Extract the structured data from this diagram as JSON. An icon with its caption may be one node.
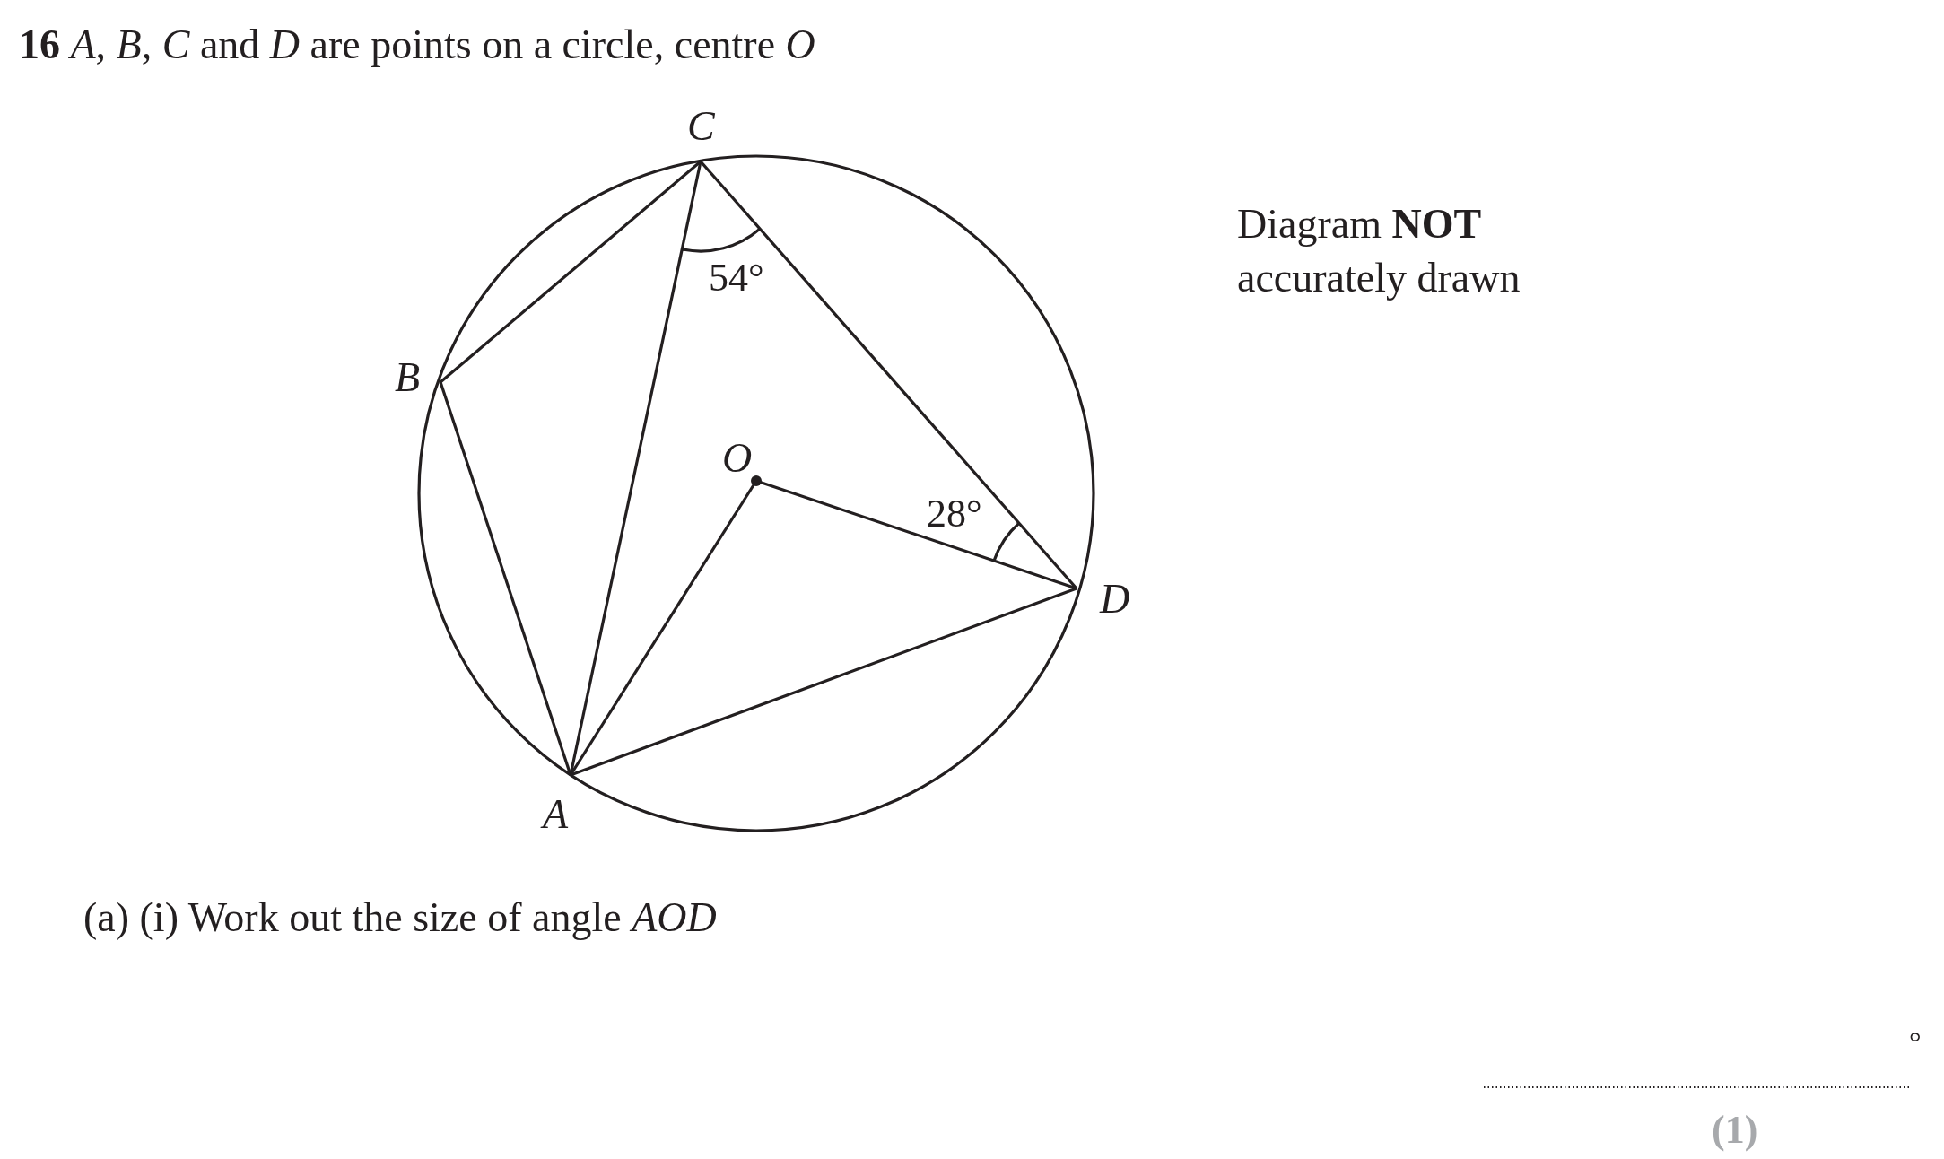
{
  "diagram": {
    "title": "**16** *A*, *B*, *C* and *D* are points on a circle, centre *O*",
    "labels": [
      "C",
      "B",
      "O",
      "54°",
      "28°",
      "D",
      "A",
      "Diagram **NOT** accurately drawn",
      "(a) (i) Work out the size of angle *AOD*",
      "°",
      "(1)"
    ]
  }
}
